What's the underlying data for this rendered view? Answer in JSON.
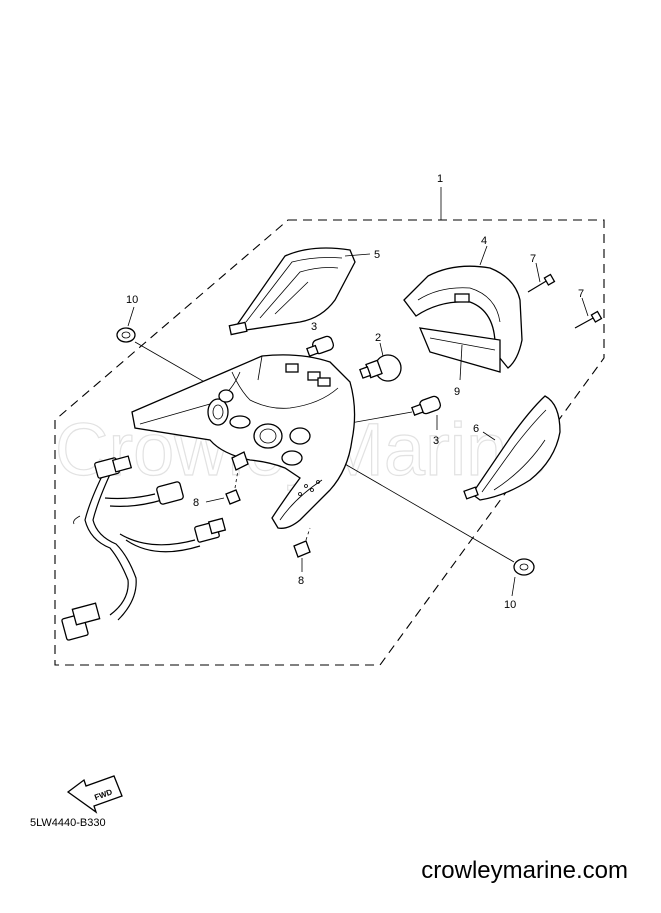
{
  "watermark": "CrowleyMarine",
  "callouts": {
    "assembly": "1",
    "bulb_center": "2",
    "bulb_left": "3",
    "bulb_right": "3",
    "tail_lens": "4",
    "left_lens": "5",
    "right_lens": "6",
    "screw_a": "7",
    "screw_b": "7",
    "nut_left": "8",
    "nut_bottom": "8",
    "gasket": "9",
    "grommet_left": "10",
    "grommet_right": "10"
  },
  "fwd_label": "FWD",
  "part_code": "5LW4440-B330",
  "footer": "crowleymarine.com"
}
